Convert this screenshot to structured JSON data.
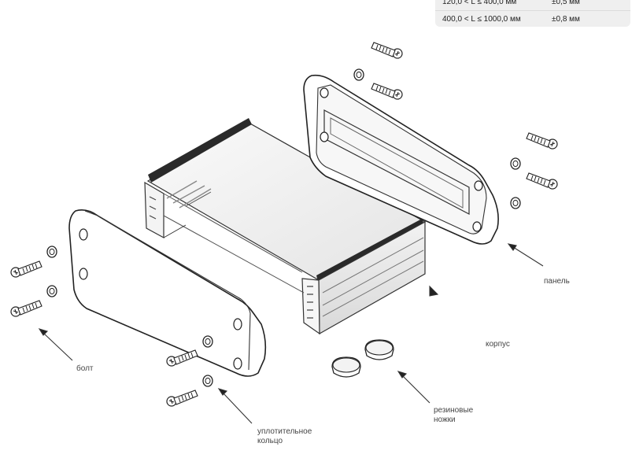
{
  "tolerance_table": {
    "rows": [
      {
        "length": "120,0 < L ≤ 400,0 мм",
        "tolerance": "±0,5 мм"
      },
      {
        "length": "400,0 < L ≤ 1000,0 мм",
        "tolerance": "±0,8 мм"
      }
    ]
  },
  "labels": {
    "panel": "панель",
    "body": "корпус",
    "bolt": "болт",
    "feet_line1": "резиновые",
    "feet_line2": "ножки",
    "ring_line1": "уплотительное",
    "ring_line2": "кольцо"
  }
}
